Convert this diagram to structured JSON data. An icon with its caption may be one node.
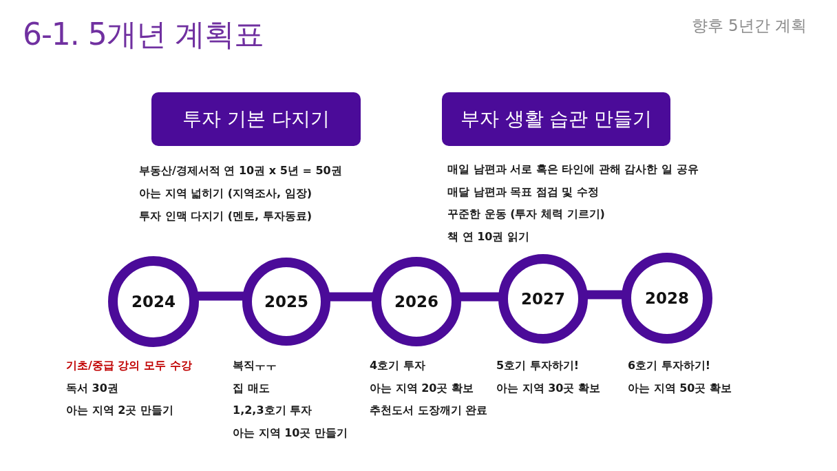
{
  "diagram": {
    "title": "6-1. 5개년 계획표",
    "nodes": [
      {
        "text": [
          "투자 기본 다지기"
        ],
        "beside": [
          "부동산/경제서적 연 10권 x 5년 = 50권",
          "아는 지역 넓히기 (지역조사, 임장)",
          "투자 인맥 다지기 (멘토, 투자동료)"
        ]
      },
      {
        "text": [
          "부자 생활 습관 만들기"
        ],
        "beside": [
          "매일 남편과 서로 혹은 타인에 관해 감사한 일 공유",
          "매달 남편과 목표 점검 및 수정",
          "꾸준한 운동 (투자 체력 기르기)",
          "책 연 10권 읽기"
        ]
      },
      {
        "text": [
          "2024"
        ],
        "beside": [
          "기초/중급 강의 모두 수강",
          "독서 30권",
          "아는 지역 2곳 만들기"
        ]
      },
      {
        "text": [
          "2025"
        ],
        "beside": [
          "복직ㅜㅜ",
          "집 매도",
          "1,2,3호기 투자",
          "아는 지역 10곳 만들기"
        ]
      },
      {
        "text": [
          "2026"
        ],
        "beside": [
          "4호기 투자",
          "아는 지역 20곳 확보",
          "추천도서 도장깨기 완료"
        ]
      },
      {
        "text": [
          "2027"
        ],
        "beside": [
          "5호기 투자하기!",
          "아는 지역 30곳 확보"
        ]
      },
      {
        "text": [
          "2028"
        ],
        "beside": [
          "6호기 투자하기!",
          "아는 지역 50곳 확보"
        ]
      }
    ],
    "edges": [
      {
        "from": 2,
        "to": 3,
        "arrow": "none"
      },
      {
        "from": 3,
        "to": 4,
        "arrow": "none"
      },
      {
        "from": 4,
        "to": 5,
        "arrow": "none"
      },
      {
        "from": 5,
        "to": 6,
        "arrow": "none"
      }
    ],
    "labels": [
      "향후 5년간 계획"
    ]
  }
}
